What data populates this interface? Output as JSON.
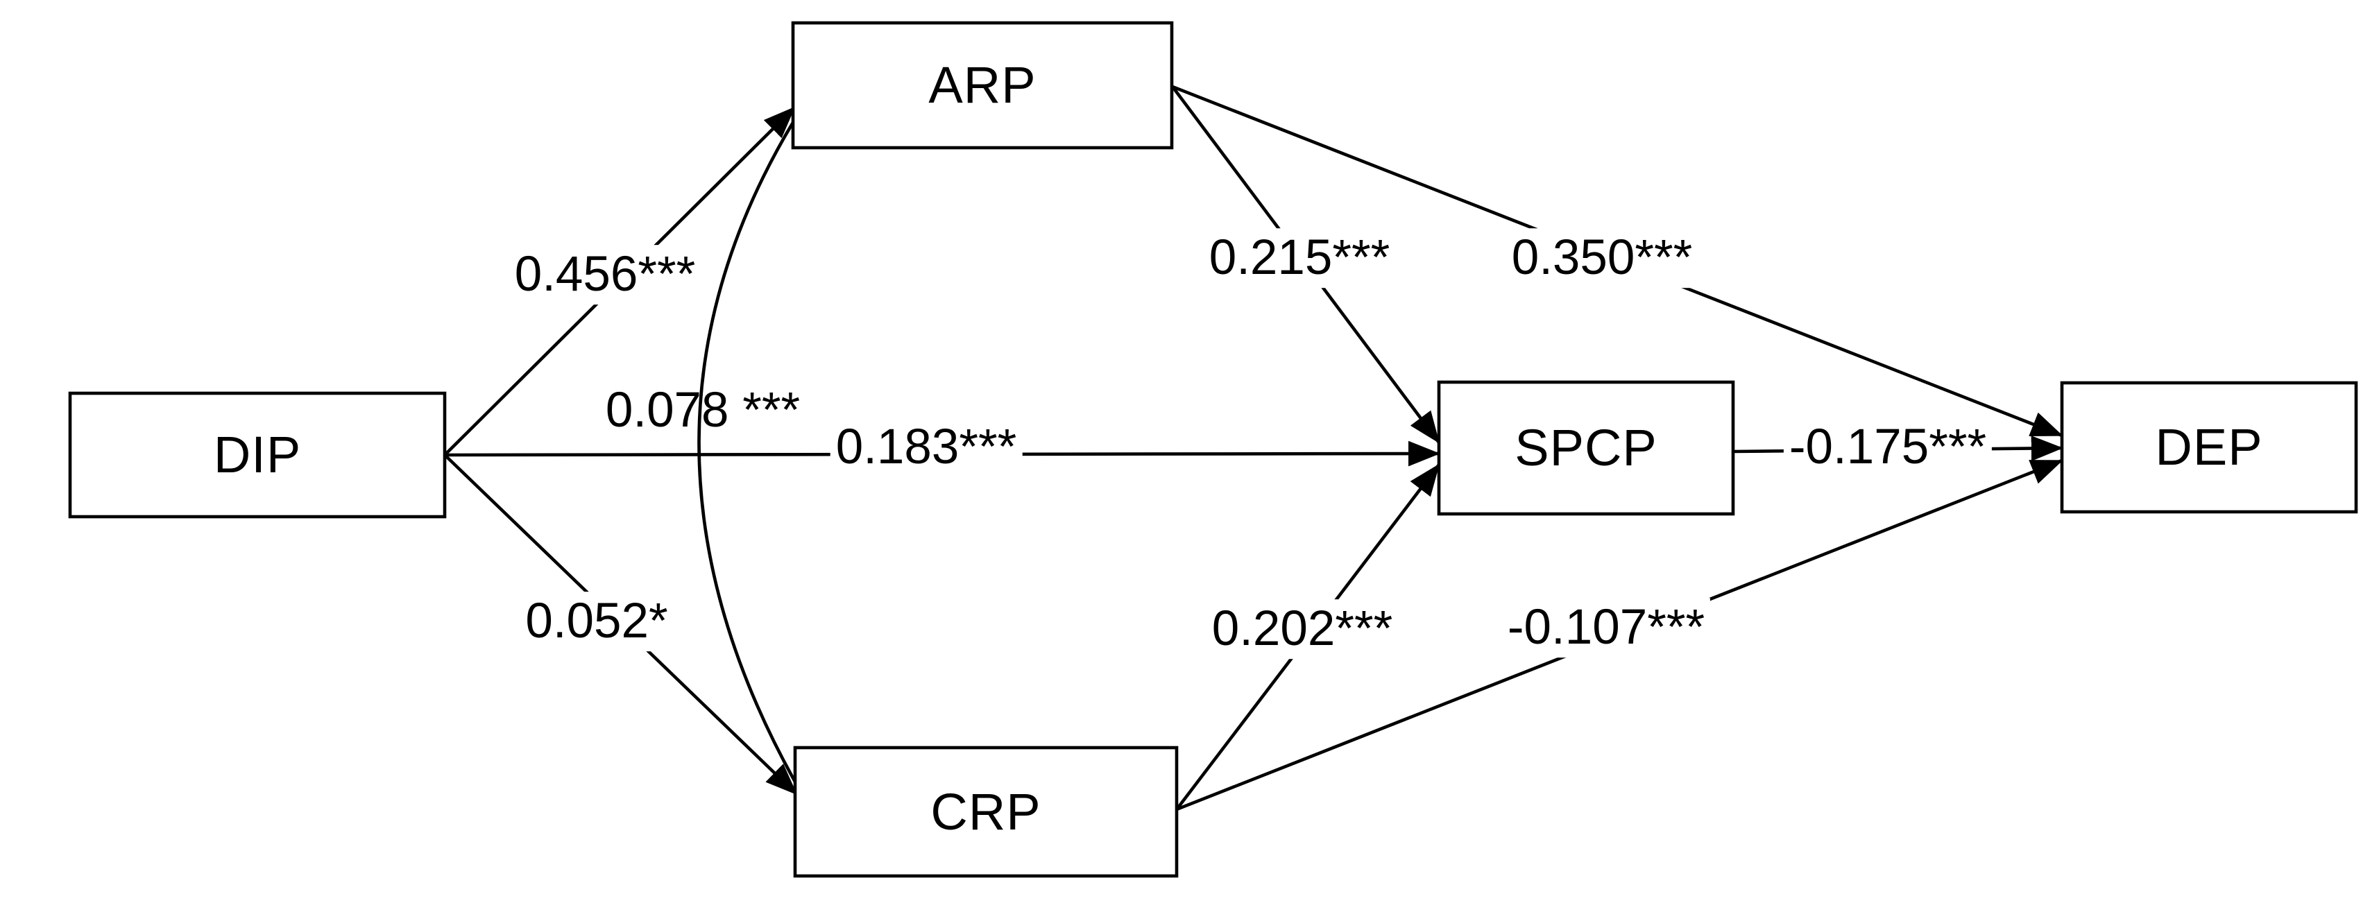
{
  "diagram": {
    "nodes": {
      "dip": {
        "label": "DIP"
      },
      "arp": {
        "label": "ARP"
      },
      "crp": {
        "label": "CRP"
      },
      "spcp": {
        "label": "SPCP"
      },
      "dep": {
        "label": "DEP"
      }
    },
    "edges": {
      "dip_arp": {
        "from": "DIP",
        "to": "ARP",
        "label": "0.456***",
        "style": "straight-arrow"
      },
      "dip_spcp": {
        "from": "DIP",
        "to": "SPCP",
        "label": "0.183***",
        "style": "straight-arrow"
      },
      "dip_crp": {
        "from": "DIP",
        "to": "CRP",
        "label": "0.052*",
        "style": "straight-arrow"
      },
      "arp_crp": {
        "from": "ARP",
        "to": "CRP",
        "label": "0.078 ***",
        "style": "curved"
      },
      "arp_spcp": {
        "from": "ARP",
        "to": "SPCP",
        "label": "0.215***",
        "style": "straight-arrow"
      },
      "arp_dep": {
        "from": "ARP",
        "to": "DEP",
        "label": "0.350***",
        "style": "straight-arrow"
      },
      "crp_spcp": {
        "from": "CRP",
        "to": "SPCP",
        "label": "0.202***",
        "style": "straight-arrow"
      },
      "crp_dep": {
        "from": "CRP",
        "to": "DEP",
        "label": "-0.107***",
        "style": "straight-arrow"
      },
      "spcp_dep": {
        "from": "SPCP",
        "to": "DEP",
        "label": "-0.175***",
        "style": "straight-arrow"
      }
    },
    "colors": {
      "line": "#000000",
      "box_border": "#000000",
      "box_fill": "#ffffff",
      "text": "#000000",
      "background": "#ffffff"
    }
  }
}
